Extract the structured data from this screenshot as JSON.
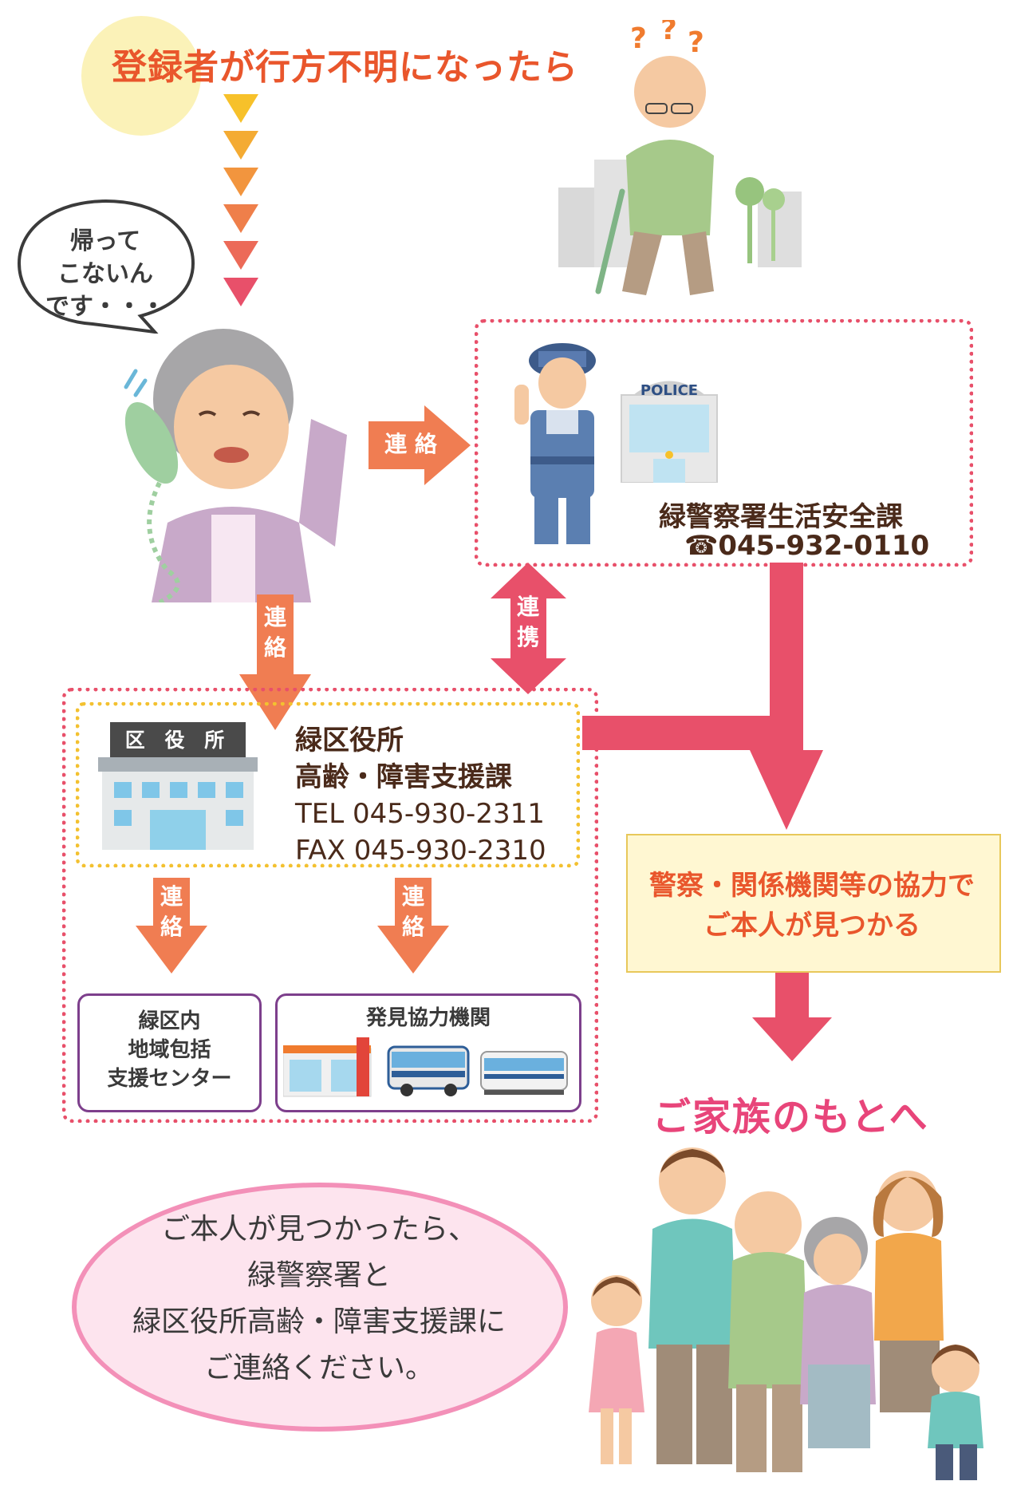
{
  "title": "登録者が行方不明になったら",
  "bubble": {
    "lines": [
      "帰って",
      "こないん",
      "です・・・"
    ]
  },
  "arrows": {
    "to_police": "連 絡",
    "to_office": [
      "連",
      "絡"
    ],
    "cooperation": [
      "連",
      "携"
    ],
    "to_center": [
      "連",
      "絡"
    ],
    "to_partners": [
      "連",
      "絡"
    ]
  },
  "police": {
    "sign": "POLICE",
    "name": "緑警察署生活安全課",
    "tel_symbol": "☎",
    "tel": "045-932-0110"
  },
  "office": {
    "sign": "区 役 所",
    "lines": [
      "緑区役所",
      "高齢・障害支援課",
      "TEL 045-930-2311",
      "FAX 045-930-2310"
    ]
  },
  "center": {
    "lines": [
      "緑区内",
      "地域包括",
      "支援センター"
    ]
  },
  "partners": {
    "title": "発見協力機関"
  },
  "result": {
    "lines": [
      "警察・関係機関等の協力で",
      "ご本人が見つかる"
    ]
  },
  "family": {
    "text": "ご家族のもとへ"
  },
  "note": {
    "lines": [
      "ご本人が見つかったら、",
      "緑警察署と",
      "緑区役所高齢・障害支援課に",
      "ご連絡ください。"
    ]
  },
  "colors": {
    "title": "#e9562c",
    "panel_border": "#e8506a",
    "inner_border": "#f3c130",
    "flow_arrow": "#e8506a",
    "label_arrow": "#f07d52",
    "family_text": "#e8457a"
  }
}
